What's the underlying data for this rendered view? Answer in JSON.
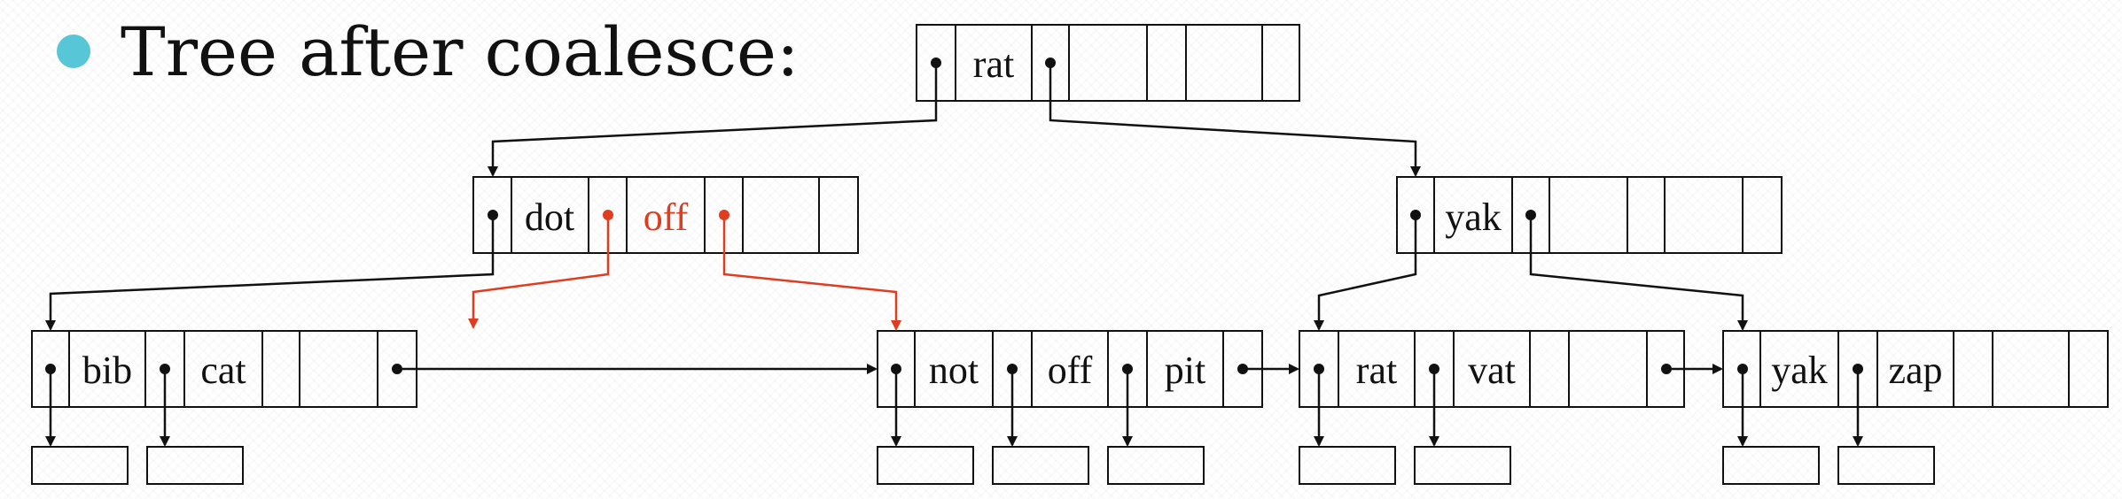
{
  "slide": {
    "title": "Tree after coalesce:",
    "bullet_color": "#57c7d7"
  },
  "colors": {
    "line": "#111111",
    "highlight": "#e03c1f"
  },
  "tree": {
    "root": {
      "keys": [
        "rat"
      ]
    },
    "internal_left": {
      "keys": [
        "dot",
        "off"
      ],
      "highlighted_key": "off"
    },
    "internal_right": {
      "keys": [
        "yak"
      ]
    },
    "leaves": [
      {
        "keys": [
          "bib",
          "cat"
        ]
      },
      {
        "keys": [
          "not",
          "off",
          "pit"
        ]
      },
      {
        "keys": [
          "rat",
          "vat"
        ]
      },
      {
        "keys": [
          "yak",
          "zap"
        ]
      }
    ]
  }
}
